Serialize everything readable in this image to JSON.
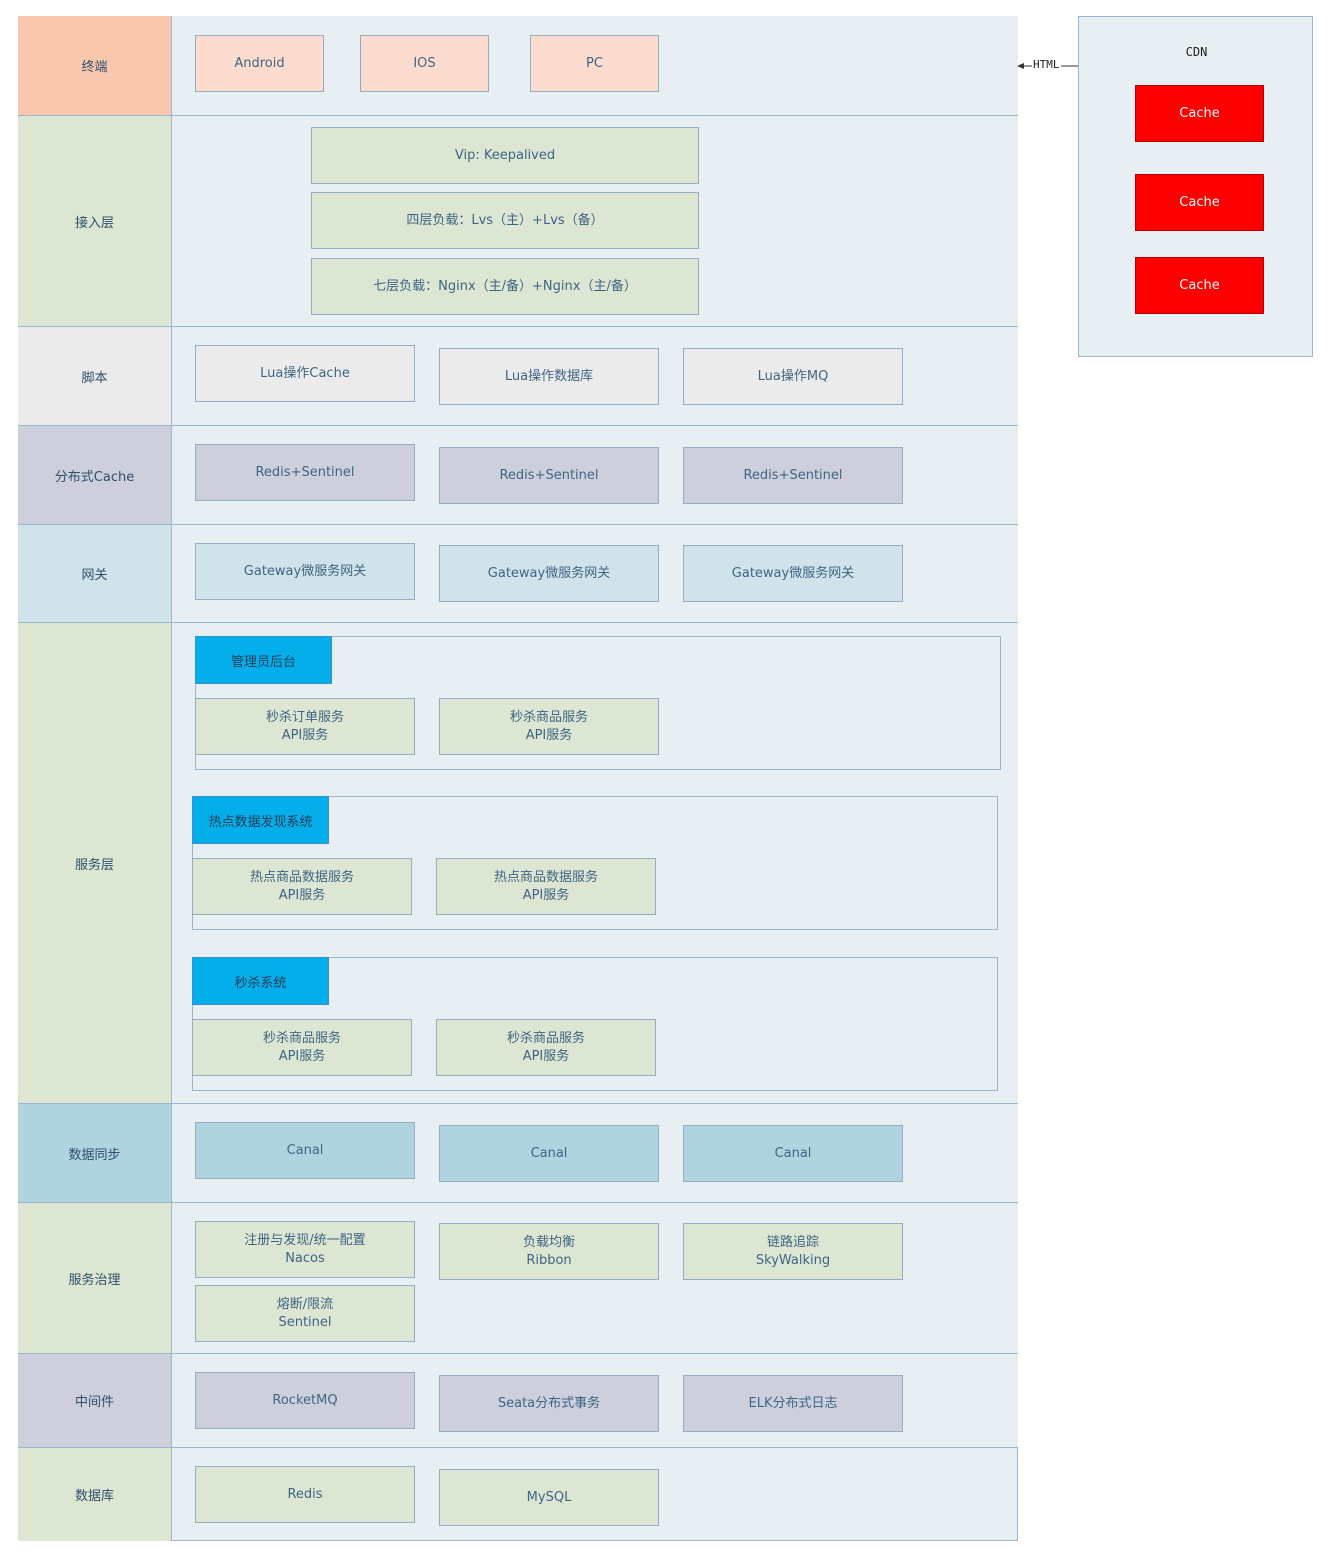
{
  "lanes": [
    {
      "label": "终端"
    },
    {
      "label": "接入层"
    },
    {
      "label": "脚本"
    },
    {
      "label": "分布式Cache"
    },
    {
      "label": "网关"
    },
    {
      "label": "服务层"
    },
    {
      "label": "数据同步"
    },
    {
      "label": "服务治理"
    },
    {
      "label": "中间件"
    },
    {
      "label": "数据库"
    }
  ],
  "terminal": [
    "Android",
    "IOS",
    "PC"
  ],
  "access": [
    "Vip: Keepalived",
    "四层负载：Lvs（主）+Lvs（备）",
    "七层负载：Nginx（主/备）+Nginx（主/备）"
  ],
  "script": [
    "Lua操作Cache",
    "Lua操作数据库",
    "Lua操作MQ"
  ],
  "cache": [
    "Redis+Sentinel",
    "Redis+Sentinel",
    "Redis+Sentinel"
  ],
  "gateway": [
    "Gateway微服务网关",
    "Gateway微服务网关",
    "Gateway微服务网关"
  ],
  "service": {
    "groups": [
      {
        "title": "管理员后台",
        "items": [
          [
            "秒杀订单服务",
            "API服务"
          ],
          [
            "秒杀商品服务",
            "API服务"
          ]
        ]
      },
      {
        "title": "热点数据发现系统",
        "items": [
          [
            "热点商品数据服务",
            "API服务"
          ],
          [
            "热点商品数据服务",
            "API服务"
          ]
        ]
      },
      {
        "title": "秒杀系统",
        "items": [
          [
            "秒杀商品服务",
            "API服务"
          ],
          [
            "秒杀商品服务",
            "API服务"
          ]
        ]
      }
    ]
  },
  "sync": [
    "Canal",
    "Canal",
    "Canal"
  ],
  "governance": [
    [
      "注册与发现/统一配置",
      "Nacos"
    ],
    [
      "负载均衡",
      "Ribbon"
    ],
    [
      "链路追踪",
      "SkyWalking"
    ],
    [
      "熔断/限流",
      "Sentinel"
    ]
  ],
  "middleware": [
    "RocketMQ",
    "Seata分布式事务",
    "ELK分布式日志"
  ],
  "database": [
    "Redis",
    "MySQL"
  ],
  "cdn": {
    "title": "CDN",
    "caches": [
      "Cache",
      "Cache",
      "Cache"
    ],
    "arrow_label": "HTML"
  },
  "colors": {
    "lane_terminal": "#f9c7ae",
    "lane_green": "#dce6d2",
    "lane_light": "#ebebeb",
    "lane_gray": "#cdd0dc",
    "lane_blue": "#d0e2ea",
    "lane_teal": "#b0d3e0",
    "group_head": "#04aeea",
    "cache_red": "#ff0000"
  }
}
